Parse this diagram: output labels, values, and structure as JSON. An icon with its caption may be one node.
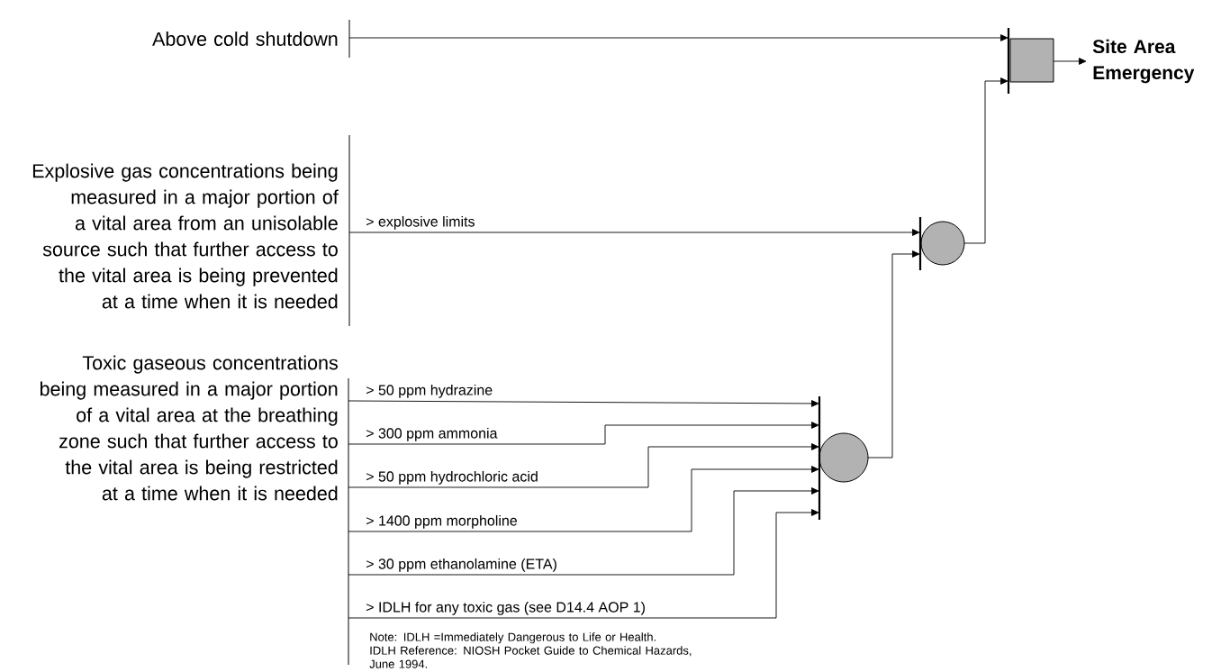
{
  "diagram": {
    "nodes": [
      {
        "text": [
          "Above cold shutdown"
        ]
      },
      {
        "text": [
          "Explosive gas concentrations being measured in a major portion of a vital area from an unisolable source such that further access to the vital area is being prevented at a time when it is needed"
        ]
      },
      {
        "text": [
          "Toxic gaseous concentrations being measured in a major portion of a vital area at the breathing zone such that further access to the vital area is being restricted at a time when it is needed"
        ]
      },
      {
        "text": [],
        "shape": "circle"
      },
      {
        "text": [],
        "shape": "circle"
      },
      {
        "text": [],
        "shape": "box"
      },
      {
        "text": [
          "Site Area Emergency"
        ]
      }
    ],
    "edges": [
      {
        "from": 0,
        "to": 5,
        "arrow": "to"
      },
      {
        "from": 1,
        "to": 4,
        "arrow": "to",
        "label": "> explosive limits"
      },
      {
        "from": 2,
        "to": 3,
        "arrow": "to",
        "label": "> 50 ppm hydrazine"
      },
      {
        "from": 2,
        "to": 3,
        "arrow": "to",
        "label": "> 300 ppm ammonia"
      },
      {
        "from": 2,
        "to": 3,
        "arrow": "to",
        "label": "> 50 ppm hydrochloric acid"
      },
      {
        "from": 2,
        "to": 3,
        "arrow": "to",
        "label": "> 1400 ppm morpholine"
      },
      {
        "from": 2,
        "to": 3,
        "arrow": "to",
        "label": "> 30 ppm ethanolamine (ETA)"
      },
      {
        "from": 2,
        "to": 3,
        "arrow": "to",
        "label": "> IDLH for any toxic gas (see D14.4 AOP 1)"
      },
      {
        "from": 3,
        "to": 4,
        "arrow": "to"
      },
      {
        "from": 4,
        "to": 5,
        "arrow": "to"
      },
      {
        "from": 5,
        "to": 6,
        "arrow": "to"
      }
    ],
    "labels": [
      "Note: IDLH =Immediately Dangerous to Life or Health.",
      "IDLH Reference: NIOSH Pocket Guide to Chemical Hazards, June 1994."
    ]
  }
}
